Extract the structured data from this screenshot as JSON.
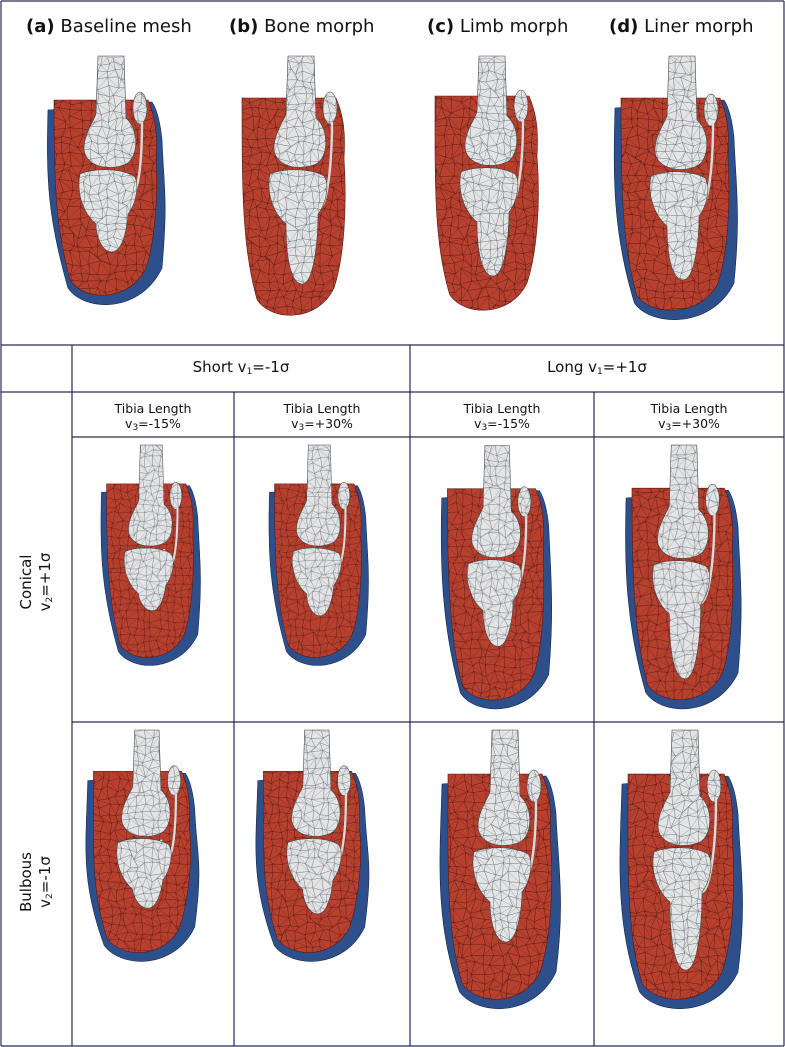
{
  "top_panels": [
    {
      "letter": "(a)",
      "label": "Baseline mesh"
    },
    {
      "letter": "(b)",
      "label": "Bone morph"
    },
    {
      "letter": "(c)",
      "label": "Limb morph"
    },
    {
      "letter": "(d)",
      "label": "Liner morph"
    }
  ],
  "column_groups": [
    {
      "label": "Short v",
      "sub": "1",
      "value": "=-1σ"
    },
    {
      "label": "Long v",
      "sub": "1",
      "value": "=+1σ"
    }
  ],
  "column_headers": [
    {
      "label": "Tibia Length",
      "var": "v",
      "sub": "3",
      "value": "=-15%"
    },
    {
      "label": "Tibia Length",
      "var": "v",
      "sub": "3",
      "value": "=+30%"
    },
    {
      "label": "Tibia Length",
      "var": "v",
      "sub": "3",
      "value": "=-15%"
    },
    {
      "label": "Tibia Length",
      "var": "v",
      "sub": "3",
      "value": "=+30%"
    }
  ],
  "row_headers": [
    {
      "label": "Conical",
      "var": "v",
      "sub": "2",
      "value": "=+1σ"
    },
    {
      "label": "Bulbous",
      "var": "v",
      "sub": "2",
      "value": "=-1σ"
    }
  ],
  "colors": {
    "soft_tissue": "#b8402f",
    "liner": "#2d4f8c",
    "bone": "#e2e4e6",
    "border": "#2a2a55"
  }
}
